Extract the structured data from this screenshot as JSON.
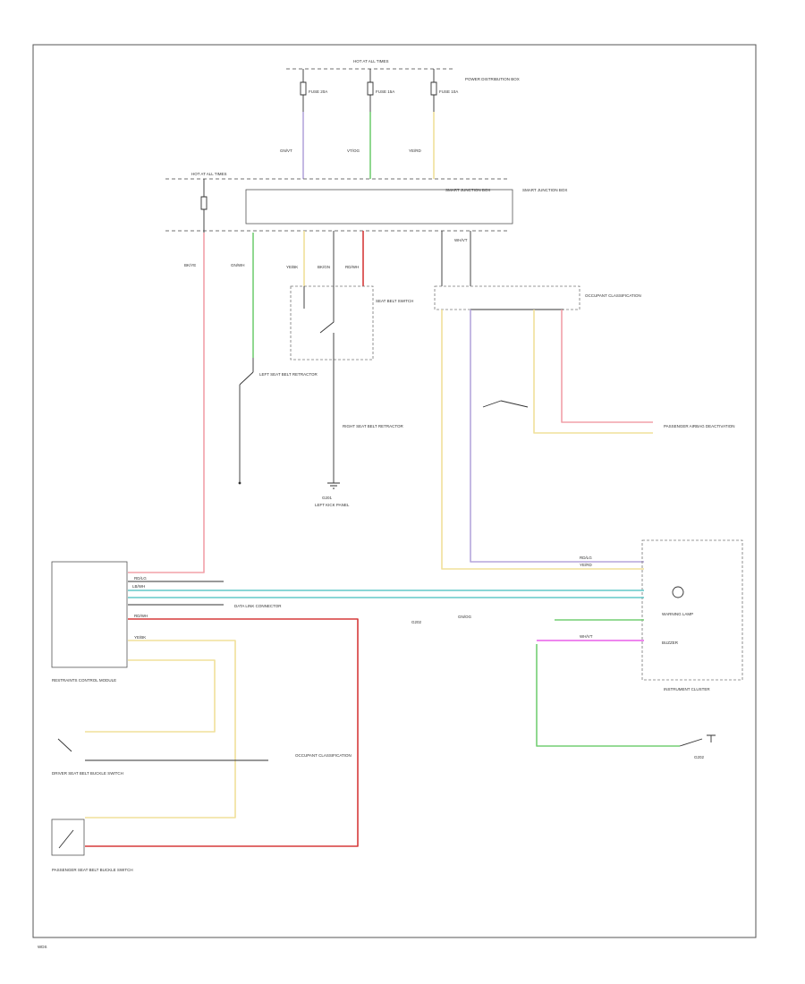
{
  "colors": {
    "pink": "#f2a0a8",
    "red": "#d63a3a",
    "green": "#74cf74",
    "teal": "#64c8c8",
    "yellow": "#f0e09a",
    "violet": "#b6a6dc",
    "magenta": "#e85fe8",
    "line": "#333333"
  },
  "icons": [
    "ground-icon",
    "switch-icon",
    "fuse-icon",
    "connector-icon"
  ],
  "footer": {
    "code": "WDS"
  },
  "labels": {
    "hot_at_all_times": "HOT AT ALL TIMES",
    "power_distribution_box": "POWER DISTRIBUTION BOX",
    "fuse_a": "FUSE 20A",
    "fuse_b": "FUSE 15A",
    "fuse_c": "FUSE 10A",
    "smart_junction_box": "SMART JUNCTION BOX",
    "seat_belt_switch": "SEAT BELT SWITCH",
    "restraints_control_module": "RESTRAINTS CONTROL MODULE",
    "occupant_classification": "OCCUPANT CLASSIFICATION",
    "instrument_cluster": "INSTRUMENT CLUSTER",
    "driver_seat_belt_buckle_switch": "DRIVER SEAT BELT BUCKLE SWITCH",
    "passenger_seat_belt_buckle_switch": "PASSENGER SEAT BELT BUCKLE SWITCH",
    "right_seat_belt_retractor": "RIGHT SEAT BELT RETRACTOR",
    "left_seat_belt_retractor": "LEFT SEAT BELT RETRACTOR",
    "data_link_connector": "DATA LINK CONNECTOR",
    "g201": "G201",
    "g202": "G202",
    "left_kick_panel": "LEFT KICK PANEL",
    "warning_lamp": "WARNING LAMP",
    "buzzer": "BUZZER",
    "passenger_airbag_deactivation": "PASSENGER AIRBAG DEACTIVATION"
  },
  "wire_codes": {
    "w1": "BK/YE",
    "w2": "GN/VT",
    "w3": "YE/RD",
    "w4": "VT/OG",
    "w5": "RD/LG",
    "w6": "GN/WH",
    "w7": "WH/VT",
    "w8": "YE/BK",
    "w9": "GN/OG",
    "w10": "LB/WH",
    "w11": "RD/WH",
    "w12": "BK/GN"
  }
}
